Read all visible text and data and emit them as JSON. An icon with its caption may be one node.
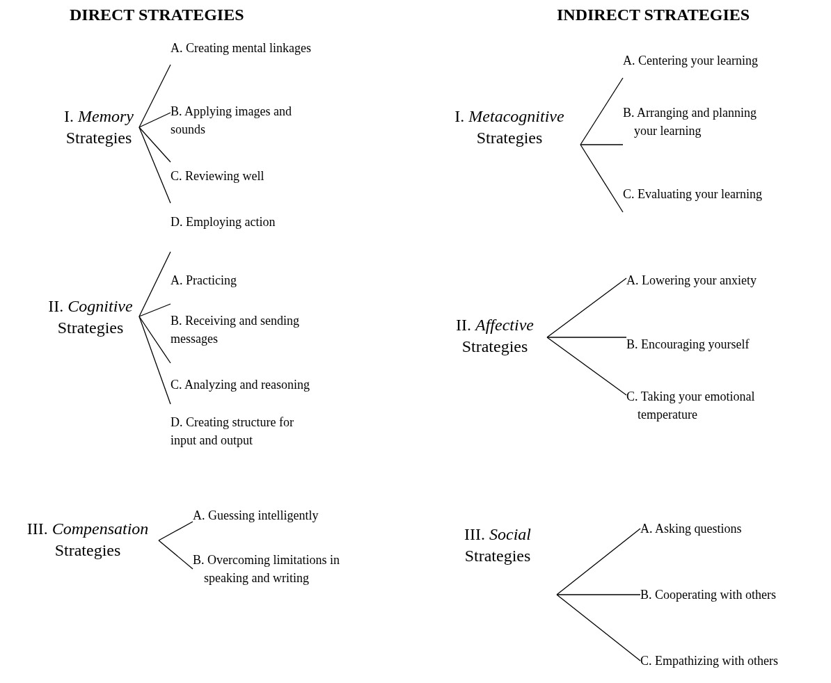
{
  "diagram": {
    "nodes": [
      {
        "text": [
          "I. *Memory* Strategies"
        ]
      },
      {
        "text": [
          "A. Creating mental linkages"
        ]
      },
      {
        "text": [
          "B. Applying images and sounds"
        ]
      },
      {
        "text": [
          "C. Reviewing well"
        ]
      },
      {
        "text": [
          "D. Employing action"
        ]
      },
      {
        "text": [
          "II. *Cognitive* Strategies"
        ]
      },
      {
        "text": [
          "A. Practicing"
        ]
      },
      {
        "text": [
          "B. Receiving and sending messages"
        ]
      },
      {
        "text": [
          "C. Analyzing and reasoning"
        ]
      },
      {
        "text": [
          "D. Creating structure for input and output"
        ]
      },
      {
        "text": [
          "III. *Compensation* Strategies"
        ]
      },
      {
        "text": [
          "A. Guessing intelligently"
        ]
      },
      {
        "text": [
          "B. Overcoming limitations in speaking and writing"
        ]
      },
      {
        "text": [
          "I. *Metacognitive* Strategies"
        ]
      },
      {
        "text": [
          "A. Centering your learning"
        ]
      },
      {
        "text": [
          "B. Arranging and planning your learning"
        ]
      },
      {
        "text": [
          "C. Evaluating your learning"
        ]
      },
      {
        "text": [
          "II. *Affective* Strategies"
        ]
      },
      {
        "text": [
          "A. Lowering your anxiety"
        ]
      },
      {
        "text": [
          "B. Encouraging yourself"
        ]
      },
      {
        "text": [
          "C. Taking your emotional temperature"
        ]
      },
      {
        "text": [
          "III. *Social* Strategies"
        ]
      },
      {
        "text": [
          "A. Asking questions"
        ]
      },
      {
        "text": [
          "B. Cooperating with others"
        ]
      },
      {
        "text": [
          "C. Empathizing with others"
        ]
      }
    ],
    "edges": [
      {
        "from": 0,
        "to": 1,
        "arrow": "none"
      },
      {
        "from": 0,
        "to": 2,
        "arrow": "none"
      },
      {
        "from": 0,
        "to": 3,
        "arrow": "none"
      },
      {
        "from": 0,
        "to": 4,
        "arrow": "none"
      },
      {
        "from": 5,
        "to": 6,
        "arrow": "none"
      },
      {
        "from": 5,
        "to": 7,
        "arrow": "none"
      },
      {
        "from": 5,
        "to": 8,
        "arrow": "none"
      },
      {
        "from": 5,
        "to": 9,
        "arrow": "none"
      },
      {
        "from": 10,
        "to": 11,
        "arrow": "none"
      },
      {
        "from": 10,
        "to": 12,
        "arrow": "none"
      },
      {
        "from": 13,
        "to": 14,
        "arrow": "none"
      },
      {
        "from": 13,
        "to": 15,
        "arrow": "none"
      },
      {
        "from": 13,
        "to": 16,
        "arrow": "none"
      },
      {
        "from": 17,
        "to": 18,
        "arrow": "none"
      },
      {
        "from": 17,
        "to": 19,
        "arrow": "none"
      },
      {
        "from": 17,
        "to": 20,
        "arrow": "none"
      },
      {
        "from": 21,
        "to": 22,
        "arrow": "none"
      },
      {
        "from": 21,
        "to": 23,
        "arrow": "none"
      },
      {
        "from": 21,
        "to": 24,
        "arrow": "none"
      }
    ],
    "labels": [
      "DIRECT STRATEGIES",
      "INDIRECT STRATEGIES"
    ]
  }
}
